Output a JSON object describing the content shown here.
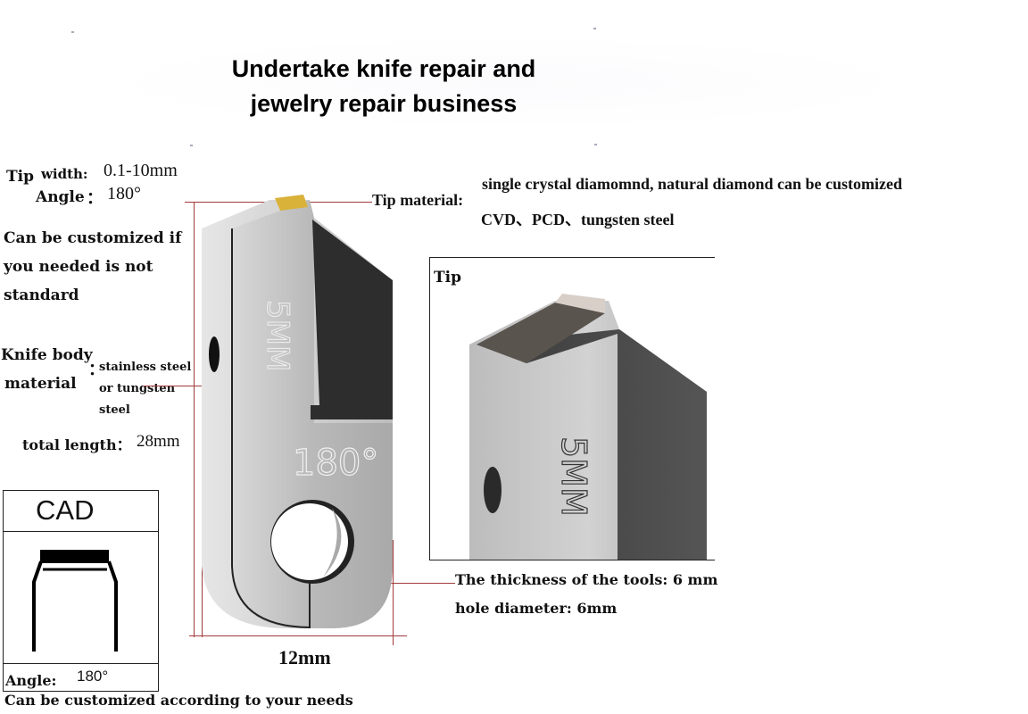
{
  "header": {
    "title_line1": "Undertake knife repair and",
    "title_line2": "jewelry repair business"
  },
  "specs": {
    "tip_label": "Tip",
    "width_label": "width:",
    "width_value": "0.1-10mm",
    "angle_label": "Angle",
    "angle_sep": "：",
    "angle_value": "180°",
    "custom_note_line1": "Can be customized if",
    "custom_note_line2": "you needed is not",
    "custom_note_line3": "standard",
    "body_material_label_line1": "Knife body",
    "body_material_label_line2": "material",
    "body_material_sep": "：",
    "body_material_value_line1": "stainless steel",
    "body_material_value_line2": "or tungsten",
    "body_material_value_line3": "steel",
    "total_length_label": "total length：",
    "total_length_value": "28mm",
    "tip_material_label": "Tip material:",
    "tip_material_value_line1": "single crystal diamomnd, natural diamond can be customized",
    "tip_material_value_line2": "CVD、PCD、tungsten steel",
    "thickness": "The thickness of the tools: 6 mm",
    "hole_diameter": "hole diameter: 6mm",
    "width_dimension": "12mm"
  },
  "tool_image": {
    "engraving_size": "5MM",
    "engraving_angle": "180°"
  },
  "tip_inset": {
    "label": "Tip",
    "engraving": "5MM"
  },
  "cad_box": {
    "title": "CAD",
    "angle_label": "Angle:",
    "angle_value": "180°"
  },
  "footer": {
    "note": "Can be customized according to your needs"
  },
  "colors": {
    "dimension_line": "#a33b3b",
    "tip_gold": "#d9b23a",
    "steel_light": "#c9c9c9",
    "steel_dark": "#2b2b2b"
  }
}
